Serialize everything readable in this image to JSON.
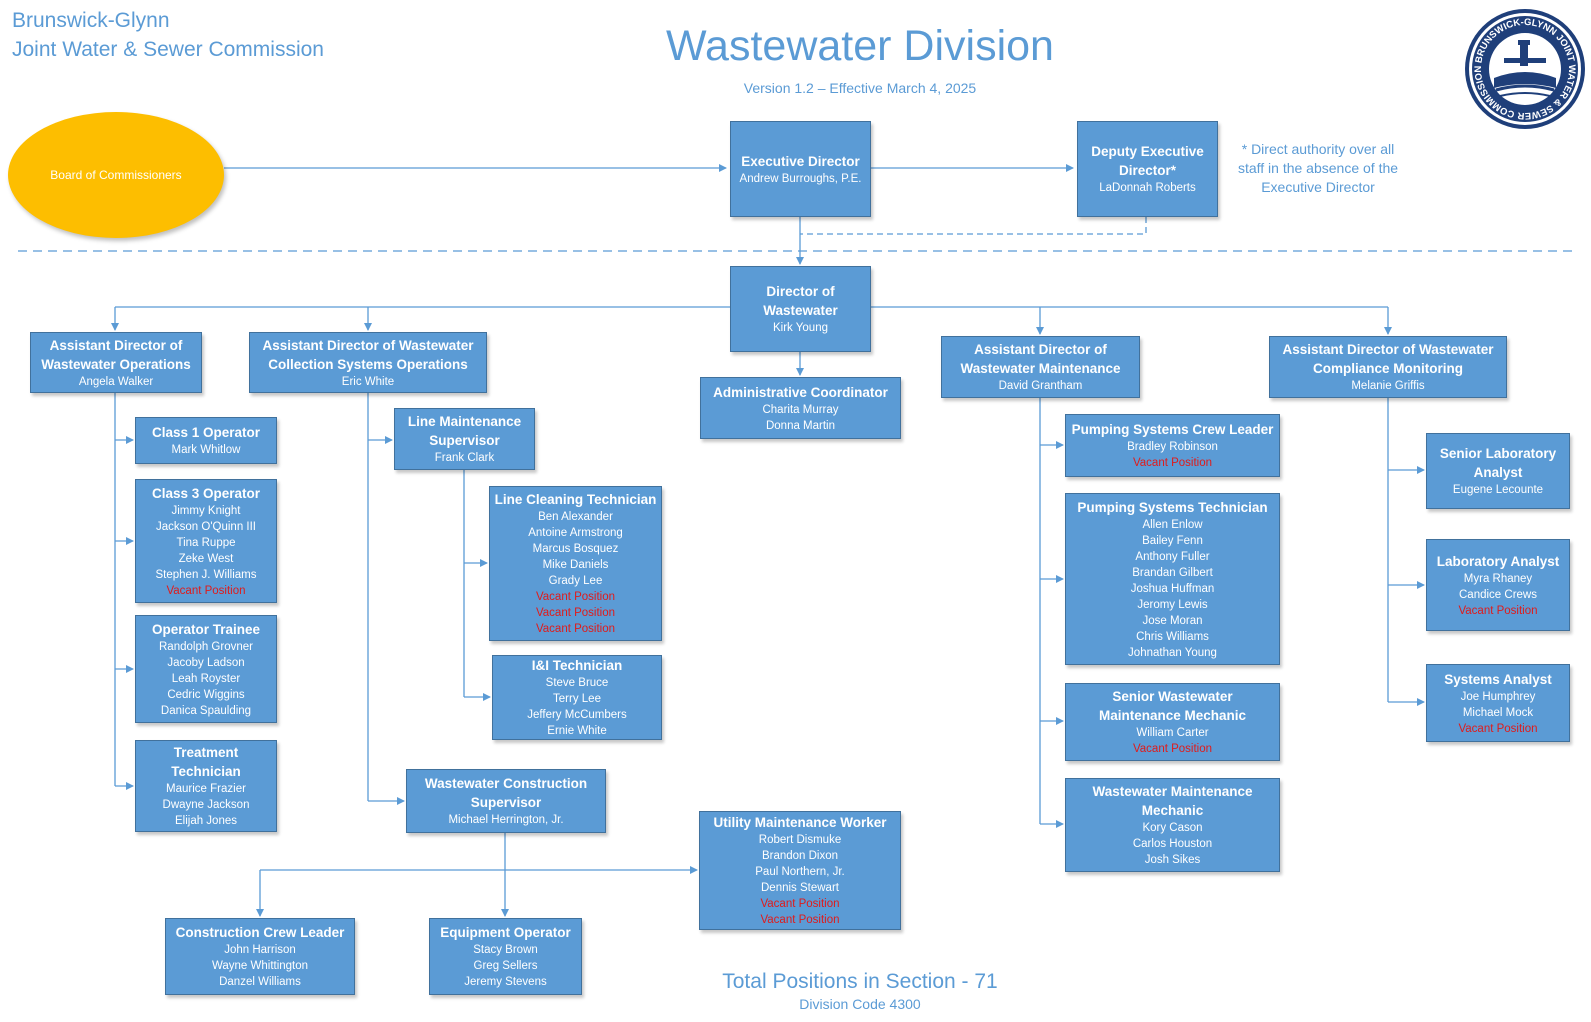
{
  "header": {
    "org_line1": "Brunswick-Glynn",
    "org_line2": "Joint Water & Sewer Commission",
    "title": "Wastewater Division",
    "version": "Version 1.2 – Effective March 4, 2025",
    "logo_text": "BRUNSWICK-GLYNN JOINT WATER & SEWER COMMISSION"
  },
  "note": "* Direct authority over all staff in the absence of the Executive Director",
  "footer": {
    "total": "Total Positions in Section - 71",
    "division_code": "Division Code 4300"
  },
  "board": "Board of Commissioners",
  "colors": {
    "box": "#5b9bd5",
    "board": "#fdbe00",
    "vacant": "#e01b1b",
    "text": "#5b9bd5"
  },
  "boxes": {
    "exec": {
      "title": "Executive Director",
      "names": [
        "Andrew Burroughs, P.E."
      ]
    },
    "deputy": {
      "title": "Deputy Executive Director*",
      "names": [
        "LaDonnah Roberts"
      ]
    },
    "director": {
      "title": "Director of Wastewater",
      "names": [
        "Kirk Young"
      ]
    },
    "admin": {
      "title": "Administrative Coordinator",
      "names": [
        "Charita Murray",
        "Donna Martin"
      ]
    },
    "ad_ops": {
      "title": "Assistant Director of Wastewater Operations",
      "names": [
        "Angela Walker"
      ]
    },
    "ad_coll": {
      "title": "Assistant Director of Wastewater Collection Systems Operations",
      "names": [
        "Eric White"
      ]
    },
    "ad_maint": {
      "title": "Assistant Director of Wastewater Maintenance",
      "names": [
        "David Grantham"
      ]
    },
    "ad_comp": {
      "title": "Assistant Director of Wastewater Compliance Monitoring",
      "names": [
        "Melanie Griffis"
      ]
    },
    "class1": {
      "title": "Class 1 Operator",
      "names": [
        "Mark Whitlow"
      ]
    },
    "class3": {
      "title": "Class 3 Operator",
      "names": [
        "Jimmy Knight",
        "Jackson O'Quinn III",
        "Tina Ruppe",
        "Zeke West",
        "Stephen J. Williams"
      ],
      "vacant": [
        "Vacant Position"
      ]
    },
    "trainee": {
      "title": "Operator  Trainee",
      "names": [
        "Randolph Grovner",
        "Jacoby Ladson",
        "Leah Royster",
        "Cedric Wiggins",
        "Danica Spaulding"
      ]
    },
    "treat": {
      "title": "Treatment Technician",
      "names": [
        "Maurice Frazier",
        "Dwayne Jackson",
        "Elijah Jones"
      ]
    },
    "line_sup": {
      "title": "Line Maintenance Supervisor",
      "names": [
        "Frank Clark"
      ]
    },
    "line_clean": {
      "title": "Line Cleaning Technician",
      "names": [
        "Ben Alexander",
        "Antoine Armstrong",
        "Marcus Bosquez",
        "Mike Daniels",
        "Grady Lee"
      ],
      "vacant": [
        "Vacant Position",
        "Vacant Position",
        "Vacant Position"
      ]
    },
    "ii_tech": {
      "title": "I&I Technician",
      "names": [
        "Steve Bruce",
        "Terry Lee",
        "Jeffery McCumbers",
        "Ernie White"
      ]
    },
    "constr_sup": {
      "title": "Wastewater Construction Supervisor",
      "names": [
        "Michael Herrington, Jr."
      ]
    },
    "crew_leader": {
      "title": "Construction Crew Leader",
      "names": [
        "John Harrison",
        "Wayne Whittington",
        "Danzel Williams"
      ]
    },
    "equip": {
      "title": "Equipment Operator",
      "names": [
        "Stacy Brown",
        "Greg Sellers",
        "Jeremy Stevens"
      ]
    },
    "utility": {
      "title": "Utility Maintenance Worker",
      "names": [
        "Robert Dismuke",
        "Brandon Dixon",
        "Paul Northern, Jr.",
        "Dennis Stewart"
      ],
      "vacant": [
        "Vacant Position",
        "Vacant Position"
      ]
    },
    "pump_lead": {
      "title": "Pumping Systems Crew Leader",
      "names": [
        "Bradley Robinson"
      ],
      "vacant": [
        "Vacant Position"
      ]
    },
    "pump_tech": {
      "title": "Pumping Systems Technician",
      "names": [
        "Allen Enlow",
        "Bailey Fenn",
        "Anthony Fuller",
        "Brandan Gilbert",
        "Joshua Huffman",
        "Jeromy Lewis",
        "Jose Moran",
        "Chris Williams",
        "Johnathan Young"
      ]
    },
    "senior_mech": {
      "title": "Senior Wastewater Maintenance Mechanic",
      "names": [
        "William Carter"
      ],
      "vacant": [
        "Vacant Position"
      ]
    },
    "mech": {
      "title": "Wastewater Maintenance Mechanic",
      "names": [
        "Kory Cason",
        "Carlos Houston",
        "Josh Sikes"
      ]
    },
    "senior_lab": {
      "title": "Senior Laboratory Analyst",
      "names": [
        "Eugene Lecounte"
      ]
    },
    "lab": {
      "title": "Laboratory Analyst",
      "names": [
        "Myra Rhaney",
        "Candice Crews"
      ],
      "vacant": [
        "Vacant Position"
      ]
    },
    "sys": {
      "title": "Systems Analyst",
      "names": [
        "Joe Humphrey",
        "Michael Mock"
      ],
      "vacant": [
        "Vacant Position"
      ]
    }
  }
}
